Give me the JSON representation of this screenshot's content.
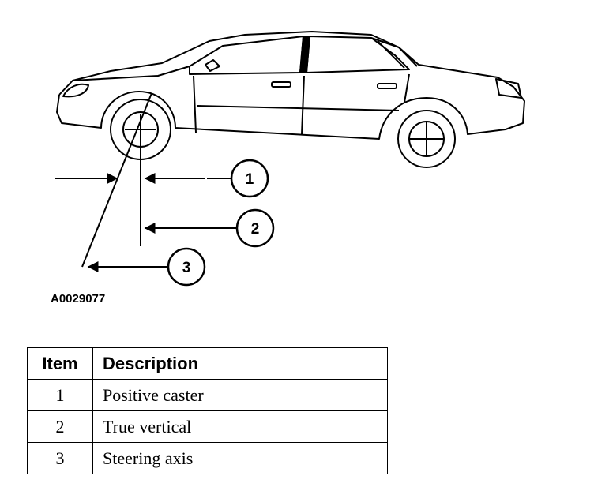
{
  "figure_id": "A0029077",
  "callouts": [
    "1",
    "2",
    "3"
  ],
  "legend": {
    "header_item": "Item",
    "header_description": "Description",
    "rows": [
      {
        "item": "1",
        "description": "Positive caster"
      },
      {
        "item": "2",
        "description": "True vertical"
      },
      {
        "item": "3",
        "description": "Steering axis"
      }
    ]
  }
}
